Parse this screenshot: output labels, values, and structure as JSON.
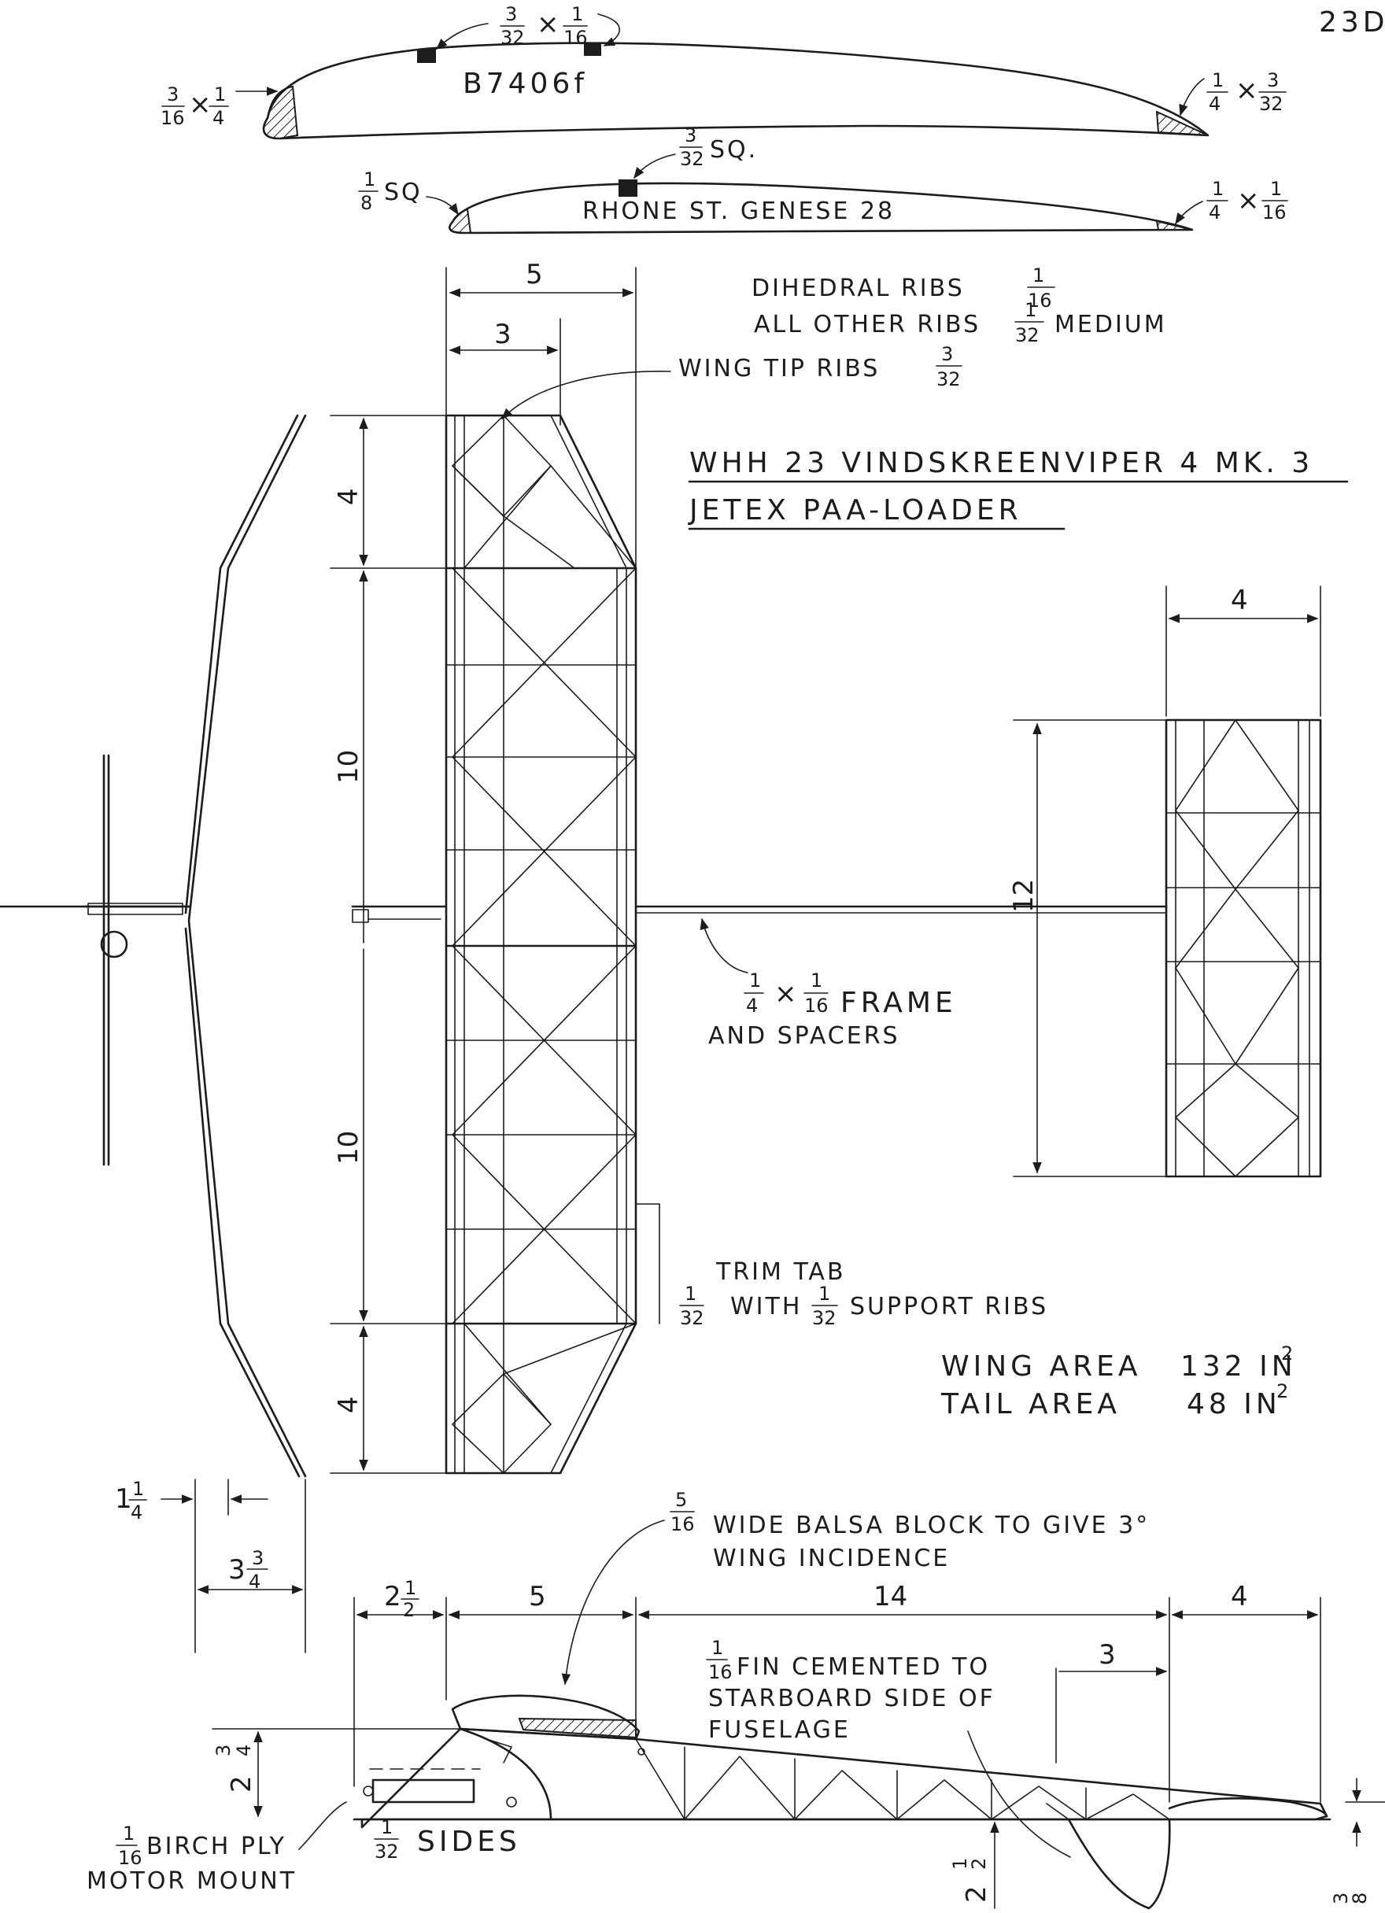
{
  "page": {
    "page_number": "23D"
  },
  "airfoils": {
    "wing_section": {
      "name": "B7406f",
      "spars_label": {
        "a_num": "3",
        "a_den": "32",
        "sep": "×",
        "b_num": "1",
        "b_den": "16"
      },
      "le_label": {
        "a_num": "3",
        "a_den": "16",
        "sep": "×",
        "b_num": "1",
        "b_den": "4"
      },
      "te_label": {
        "a_num": "1",
        "a_den": "4",
        "sep": "×",
        "b_num": "3",
        "b_den": "32"
      }
    },
    "tail_section": {
      "name": "RHONE ST. GENESE 28",
      "spar_label": {
        "num": "3",
        "den": "32",
        "suffix": "SQ."
      },
      "le_label": {
        "num": "1",
        "den": "8",
        "suffix": "SQ"
      },
      "te_label": {
        "a_num": "1",
        "a_den": "4",
        "sep": "×",
        "b_num": "1",
        "b_den": "16"
      }
    }
  },
  "notes": {
    "dihedral_ribs": {
      "text": "DIHEDRAL RIBS",
      "num": "1",
      "den": "16"
    },
    "other_ribs": {
      "text": "ALL OTHER RIBS",
      "num": "1",
      "den": "32",
      "suffix": "MEDIUM"
    },
    "wing_tip_ribs": {
      "text": "WING TIP RIBS",
      "num": "3",
      "den": "32"
    },
    "frame": {
      "num": "1",
      "den": "4",
      "sep": "×",
      "den2_num": "1",
      "den2": "16",
      "text": "FRAME",
      "line2": "AND SPACERS"
    },
    "trim_tab": {
      "line1": "TRIM TAB",
      "num1": "1",
      "den1": "32",
      "mid": "WITH",
      "num2": "1",
      "den2": "32",
      "tail": "SUPPORT RIBS"
    },
    "balsa_block": {
      "num": "5",
      "den": "16",
      "line1": "WIDE BALSA BLOCK TO GIVE 3°",
      "line2": "WING INCIDENCE"
    },
    "fin": {
      "num": "1",
      "den": "16",
      "line1": "FIN CEMENTED TO",
      "line2": "STARBOARD SIDE OF",
      "line3": "FUSELAGE"
    },
    "motor_mount": {
      "num": "1",
      "den": "16",
      "line1": "BIRCH PLY",
      "line2": "MOTOR MOUNT"
    },
    "sides": {
      "num": "1",
      "den": "32",
      "text": "SIDES"
    }
  },
  "title": {
    "line1": "WHH 23 VINDSKREENVIPER 4 MK. 3",
    "line2": "JETEX PAA-LOADER"
  },
  "areas": {
    "wing_label": "WING AREA",
    "wing_value": "132 IN",
    "wing_exp": "2",
    "tail_label": "TAIL AREA",
    "tail_value": "48 IN",
    "tail_exp": "2"
  },
  "dimensions": {
    "wing_chord": "5",
    "tip_chord": "3",
    "tip_span_top": "4",
    "center_panel_top": "10",
    "center_panel_bottom": "10",
    "tip_span_bottom": "4",
    "tail_chord": "4",
    "tail_span": "12",
    "dihedral_offset": {
      "whole": "1",
      "num": "1",
      "den": "4"
    },
    "tip_height": {
      "whole": "3",
      "num": "3",
      "den": "4"
    },
    "side_nose": {
      "whole": "2",
      "num": "1",
      "den": "2"
    },
    "side_wing": "5",
    "side_boom": "14",
    "side_tail": "4",
    "fin_chord": "3",
    "nose_height": {
      "whole": "2",
      "num": "3",
      "den": "4"
    },
    "fin_depth": {
      "whole": "2",
      "num": "1",
      "den": "2"
    },
    "tail_height": {
      "num": "3",
      "den": "8"
    }
  }
}
